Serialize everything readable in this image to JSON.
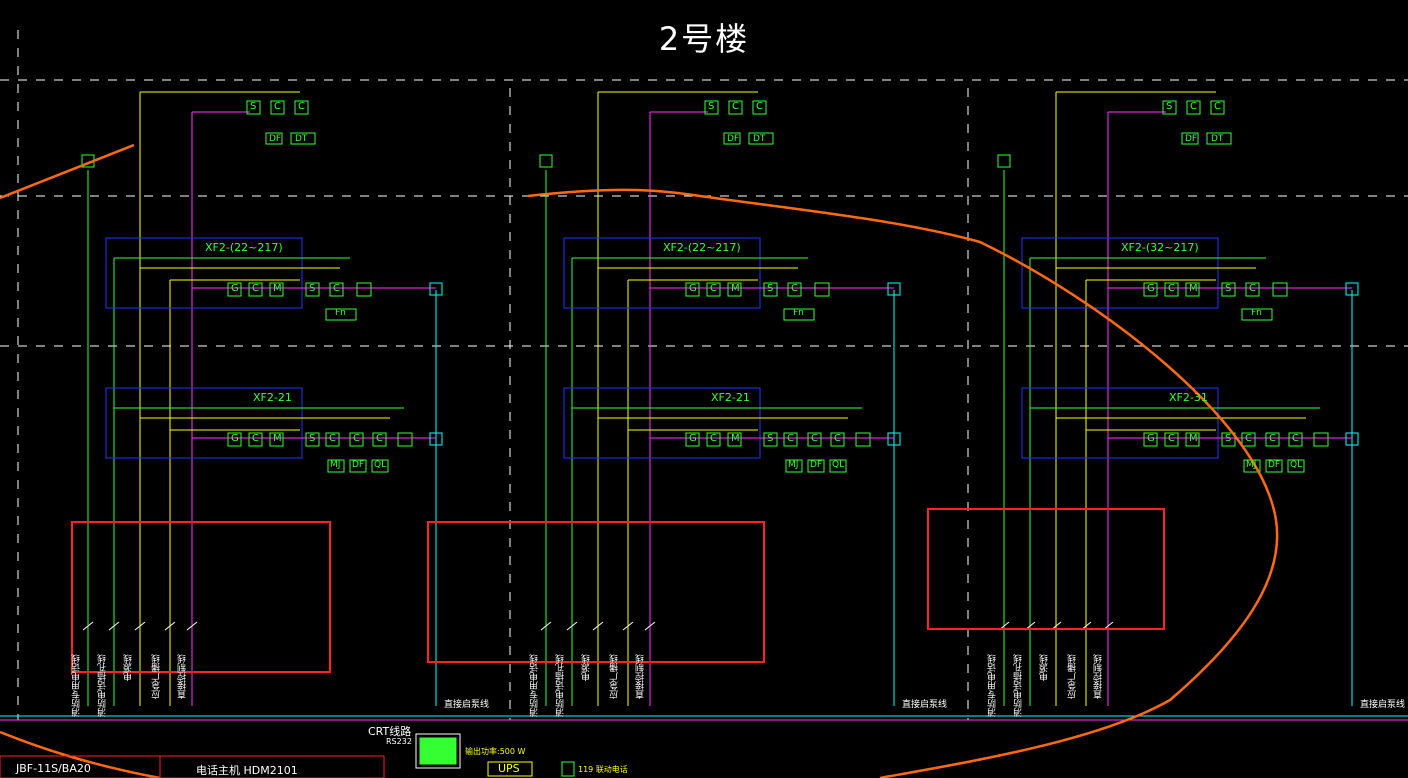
{
  "drawing": {
    "title": "2号楼",
    "colors": {
      "background": "#000000",
      "yellow": "#ffff00",
      "magenta": "#ff33ff",
      "green": "#33ff33",
      "cyan": "#00ffff",
      "blue": "#2233ff",
      "red": "#ff2222",
      "orange": "#ff6a10",
      "white": "#ffffff"
    }
  },
  "units": [
    {
      "cols": [
        {
          "name": "S",
          "color": "#33ff33"
        },
        {
          "name": "C",
          "color": "#33ff33"
        },
        {
          "name": "C",
          "color": "#33ff33"
        }
      ],
      "top_sub": [
        "DF",
        "DT"
      ],
      "box_a_title": "XF2-(22~217)",
      "box_a_devices": [
        "G",
        "C",
        "M",
        "S",
        "C"
      ],
      "box_a_sub": "Fn",
      "box_b_title": "XF2-21",
      "box_b_devices": [
        "G",
        "C",
        "M",
        "S",
        "C",
        "C",
        "C"
      ],
      "box_b_sub": [
        "MJ",
        "DF",
        "QL"
      ],
      "bus_labels": [
        "消防专用电话线",
        "消防电话插孔线",
        "电源线",
        "应急广播线",
        "直接控制线"
      ],
      "direct_label": "直接启泵线"
    },
    {
      "cols": [
        {
          "name": "S",
          "color": "#33ff33"
        },
        {
          "name": "C",
          "color": "#33ff33"
        },
        {
          "name": "C",
          "color": "#33ff33"
        }
      ],
      "top_sub": [
        "DF",
        "DT"
      ],
      "box_a_title": "XF2-(22~217)",
      "box_a_devices": [
        "G",
        "C",
        "M",
        "S",
        "C"
      ],
      "box_a_sub": "Fn",
      "box_b_title": "XF2-21",
      "box_b_devices": [
        "G",
        "C",
        "M",
        "S",
        "C",
        "C",
        "C"
      ],
      "box_b_sub": [
        "MJ",
        "DF",
        "QL"
      ],
      "bus_labels": [
        "消防专用电话线",
        "消防电话插孔线",
        "电源线",
        "应急广播线",
        "直接控制线"
      ],
      "direct_label": "直接启泵线"
    },
    {
      "cols": [
        {
          "name": "S",
          "color": "#33ff33"
        },
        {
          "name": "C",
          "color": "#33ff33"
        },
        {
          "name": "C",
          "color": "#33ff33"
        }
      ],
      "top_sub": [
        "DF",
        "DT"
      ],
      "box_a_title": "XF2-(32~217)",
      "box_a_devices": [
        "G",
        "C",
        "M",
        "S",
        "C"
      ],
      "box_a_sub": "Fn",
      "box_b_title": "XF2-31",
      "box_b_devices": [
        "G",
        "C",
        "M",
        "S",
        "C",
        "C",
        "C"
      ],
      "box_b_sub": [
        "MJ",
        "DF",
        "QL"
      ],
      "bus_labels": [
        "消防专用电话线",
        "消防电话插孔线",
        "电源线",
        "应急广播线",
        "直接控制线"
      ],
      "direct_label": "直接启泵线"
    }
  ],
  "bottom": {
    "crt_label": "CRT线路",
    "left_text": "JBF-11S/BA20",
    "host_text": "电话主机  HDM2101",
    "rs_label": "RS232",
    "power_label": "输出功率:500 W",
    "ups_label": "UPS",
    "broadcast_label": "119 联动电话"
  }
}
